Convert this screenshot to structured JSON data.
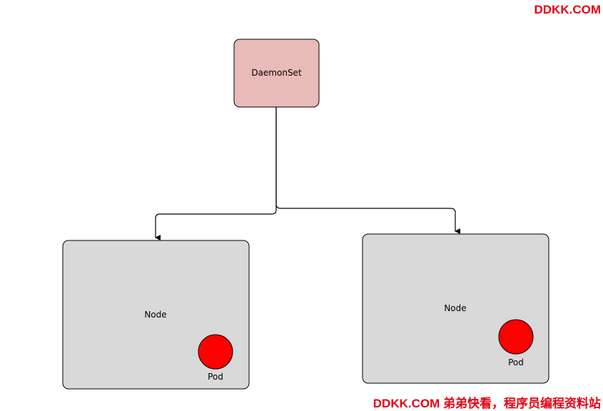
{
  "watermark": {
    "top": "DDKK.COM",
    "bottom": "DDKK.COM 弟弟快看，程序员编程资料站"
  },
  "colors": {
    "daemonset_fill": "#e8bab8",
    "node_fill": "#d9d9d9",
    "pod_fill": "#ff0000",
    "stroke": "#000000",
    "watermark": "#e60012"
  },
  "diagram": {
    "daemonset": {
      "label": "DaemonSet"
    },
    "nodes": [
      {
        "label": "Node",
        "pod_label": "Pod"
      },
      {
        "label": "Node",
        "pod_label": "Pod"
      }
    ]
  }
}
